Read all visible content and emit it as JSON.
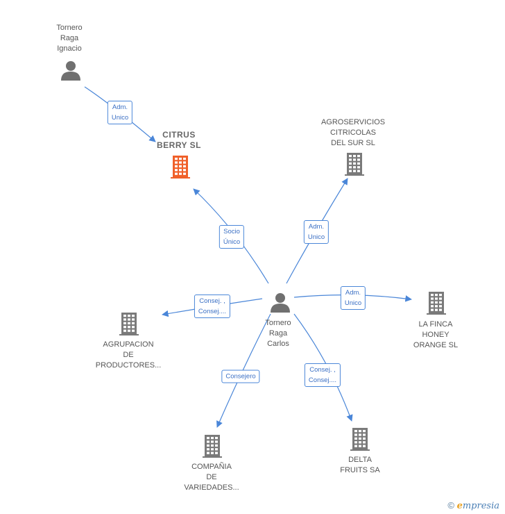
{
  "nodes": {
    "ignacio": {
      "label": "Tornero\nRaga\nIgnacio",
      "type": "person"
    },
    "citrus": {
      "label": "CITRUS\nBERRY  SL",
      "type": "company-focus"
    },
    "agroservicios": {
      "label": "AGROSERVICIOS\nCITRICOLAS\nDEL SUR  SL",
      "type": "company"
    },
    "carlos": {
      "label": "Tornero\nRaga\nCarlos",
      "type": "person"
    },
    "agrupacion": {
      "label": "AGRUPACION\nDE\nPRODUCTORES...",
      "type": "company"
    },
    "lafinca": {
      "label": "LA FINCA\nHONEY\nORANGE  SL",
      "type": "company"
    },
    "compania": {
      "label": "COMPAÑIA\nDE\nVARIEDADES...",
      "type": "company"
    },
    "delta": {
      "label": "DELTA\nFRUITS SA",
      "type": "company"
    }
  },
  "edges": {
    "ignacio_citrus": "Adm.\nUnico",
    "carlos_citrus": "Socio\nÚnico",
    "carlos_agroservicios": "Adm.\nUnico",
    "carlos_agrupacion": "Consej. ,\nConsej....",
    "carlos_lafinca": "Adm.\nUnico",
    "carlos_compania": "Consejero",
    "carlos_delta": "Consej. ,\nConsej...."
  },
  "colors": {
    "edge": "#4a86d8",
    "person_icon": "#707070",
    "company_icon": "#7a7a7a",
    "focus_icon": "#f0602a"
  },
  "footer": {
    "copyright": "©",
    "brand_first": "e",
    "brand_rest": "mpresia"
  }
}
